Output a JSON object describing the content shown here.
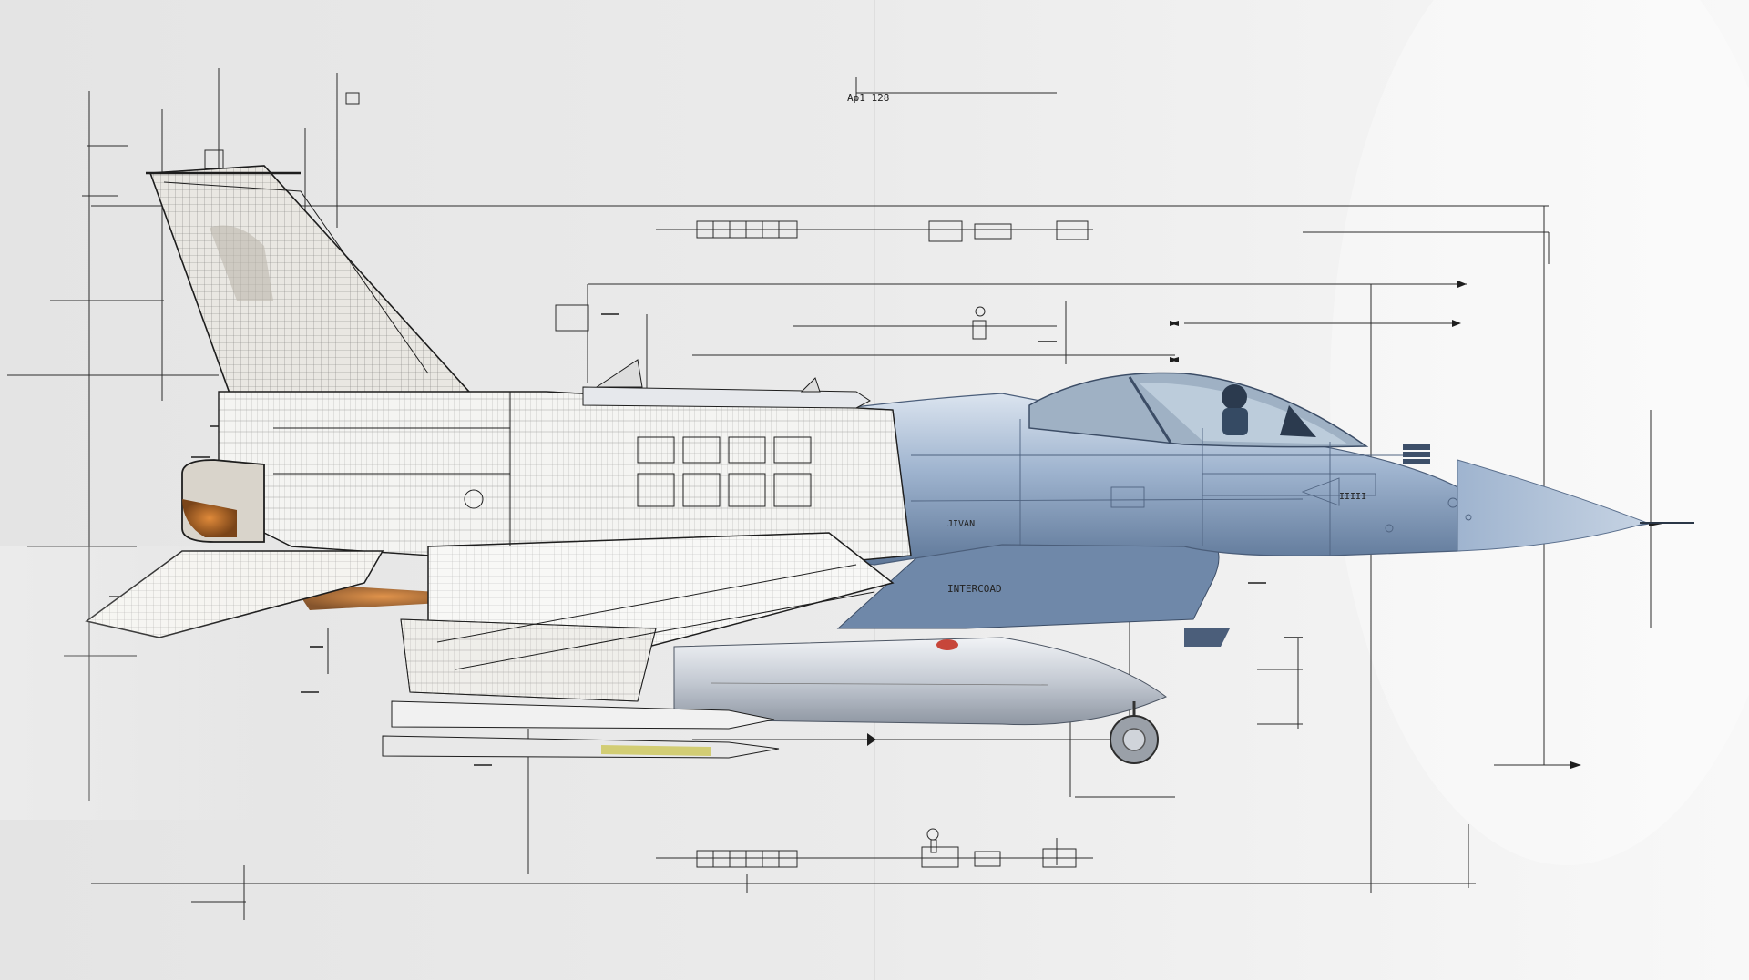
{
  "artwork": {
    "subject": "fighter-jet-blueprint",
    "labels": {
      "top_center": "Ap1 128",
      "fuselage_marking": "JIVAN",
      "intake_marking": "INTERCOAD",
      "nose_stencil": "IIIII"
    },
    "colors": {
      "background_left": "#e6e6e6",
      "background_right": "#f6f6f6",
      "ink": "#1e1e1e",
      "jet_blue": "#8fa8c8",
      "jet_blue_dark": "#5f7899",
      "jet_highlight": "#dbe4ef",
      "exhaust_orange": "#c0722a",
      "canopy": "#a9bccc"
    }
  }
}
